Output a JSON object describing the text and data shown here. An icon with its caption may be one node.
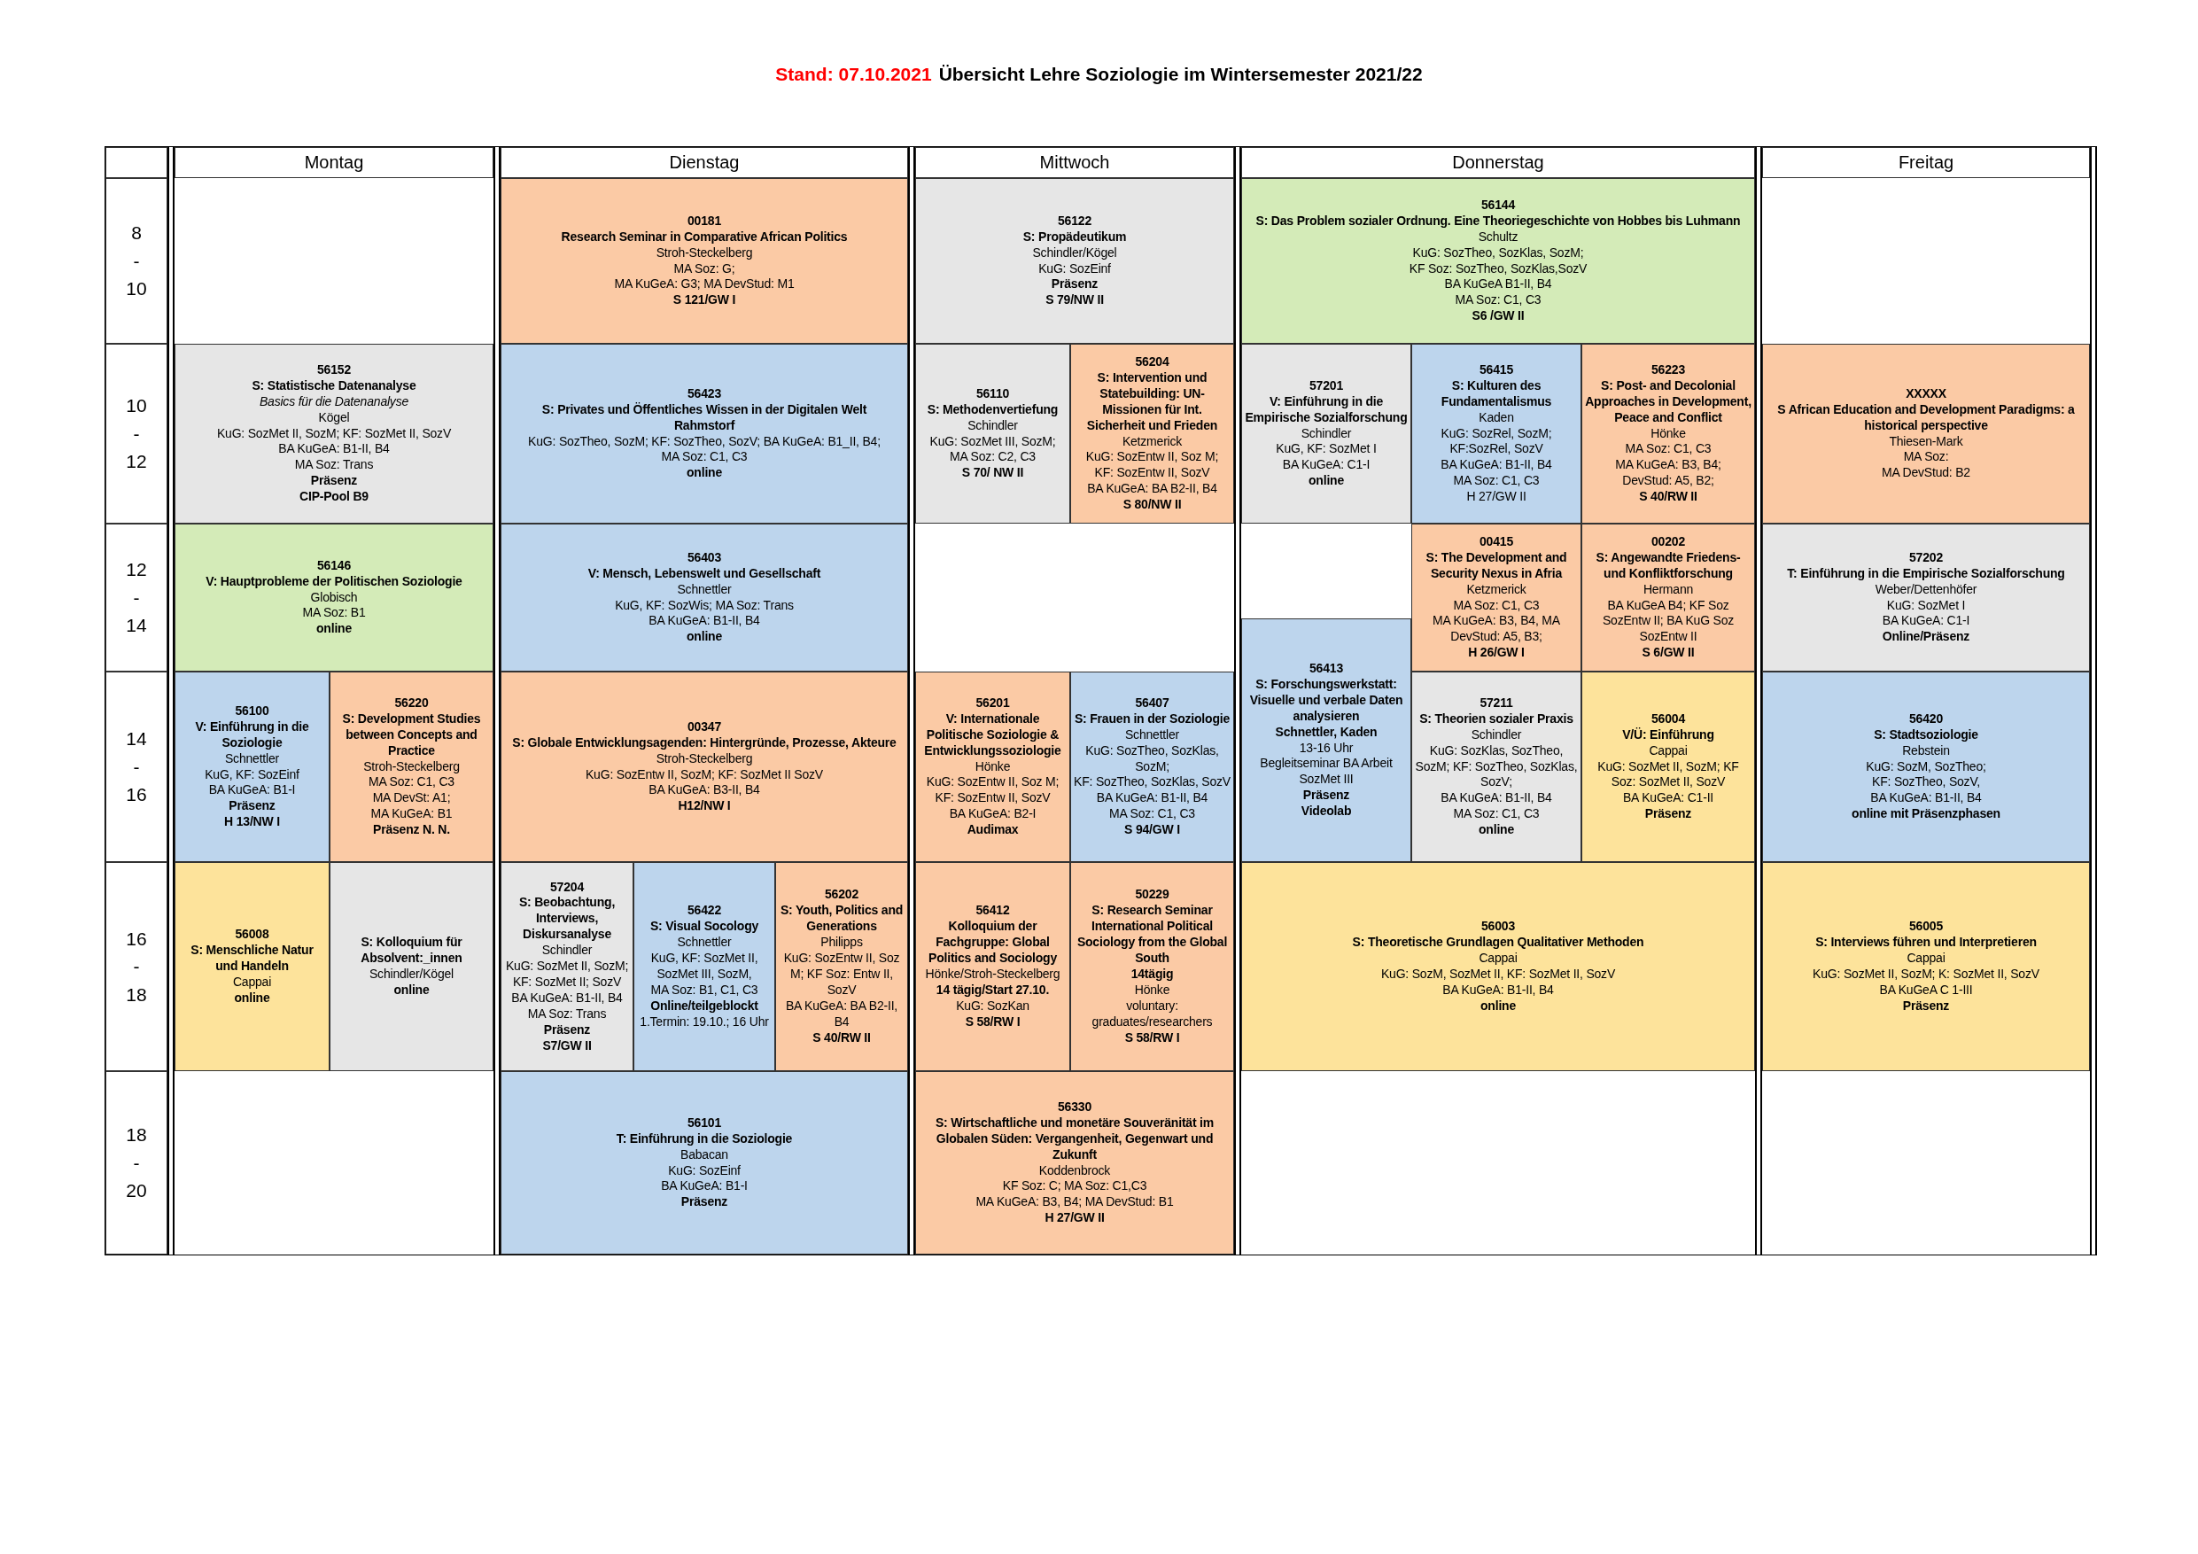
{
  "diagram": {
    "title": "Übersicht Lehre Soziologie im Wintersemester 2021/22",
    "nodes": [
      {
        "text": [
          "00181",
          "Research Seminar in Comparative African Politics",
          "Stroh-Steckelberg",
          "MA Soz: G;",
          "MA KuGeA: G3; MA DevStud: M1",
          "S 121/GW I"
        ]
      },
      {
        "text": [
          "56122",
          "S: Propädeutikum",
          "Schindler/Kögel",
          "KuG: SozEinf",
          "Präsenz",
          "S 79/NW II"
        ]
      },
      {
        "text": [
          "56144",
          "S: Das Problem sozialer Ordnung. Eine Theoriegeschichte von Hobbes bis Luhmann",
          "Schultz",
          "KuG: SozTheo, SozKlas, SozM;",
          "KF Soz: SozTheo, SozKlas,SozV",
          "BA KuGeA B1-II, B4",
          "MA Soz: C1, C3",
          "S6 /GW II"
        ]
      },
      {
        "text": [
          "56152",
          "S: Statistische Datenanalyse",
          "Basics für die Datenanalyse",
          "Kögel",
          "KuG: SozMet II, SozM; KF: SozMet II, SozV",
          "BA KuGeA: B1-II, B4",
          "MA Soz: Trans",
          "Präsenz",
          "CIP-Pool B9"
        ]
      },
      {
        "text": [
          "56423",
          "S: Privates und Öffentliches Wissen in der Digitalen Welt",
          "Rahmstorf",
          "KuG: SozTheo, SozM; KF: SozTheo, SozV; BA KuGeA: B1_II, B4;",
          "MA Soz: C1, C3",
          "online"
        ]
      },
      {
        "text": [
          "56110",
          "S: Methodenvertiefung",
          "Schindler",
          "KuG: SozMet III, SozM;",
          "MA Soz: C2, C3",
          "S 70/ NW II"
        ]
      },
      {
        "text": [
          "56204",
          "S: Intervention und Statebuilding: UN-Missionen für Int. Sicherheit und Frieden",
          "Ketzmerick",
          "KuG: SozEntw II, Soz M;",
          "KF: SozEntw II, SozV",
          "BA KuGeA: BA B2-II, B4",
          "S 80/NW II"
        ]
      },
      {
        "text": [
          "57201",
          "V: Einführung in die Empirische Sozialforschung",
          "Schindler",
          "KuG, KF: SozMet I",
          "BA KuGeA: C1-I",
          "online"
        ]
      },
      {
        "text": [
          "56415",
          "S: Kulturen des Fundamentalismus",
          "Kaden",
          "KuG: SozRel, SozM;",
          "KF:SozRel, SozV",
          "BA KuGeA: B1-II, B4",
          "MA Soz: C1, C3",
          "H 27/GW II"
        ]
      },
      {
        "text": [
          "56223",
          "S: Post- and Decolonial Approaches in Development, Peace and Conflict",
          "Hönke",
          "MA Soz: C1, C3",
          "MA KuGeA: B3, B4;",
          "DevStud: A5, B2;",
          "S 40/RW II"
        ]
      },
      {
        "text": [
          "XXXXX",
          "S African Education and Development Paradigms: a historical perspective",
          "Thiesen-Mark",
          "MA Soz:",
          "MA DevStud: B2"
        ]
      },
      {
        "text": [
          "56146",
          "V: Hauptprobleme der Politischen Soziologie",
          "Globisch",
          "MA Soz: B1",
          "online"
        ]
      },
      {
        "text": [
          "56403",
          "V: Mensch, Lebenswelt und Gesellschaft",
          "Schnettler",
          "KuG, KF: SozWis; MA Soz: Trans",
          "BA KuGeA: B1-II, B4",
          "online"
        ]
      },
      {
        "text": [
          "00415",
          "S: The Development and Security Nexus in Afria",
          "Ketzmerick",
          "MA Soz: C1, C3",
          "MA KuGeA: B3, B4, MA DevStud: A5, B3;",
          "H 26/GW I"
        ]
      },
      {
        "text": [
          "00202",
          "S: Angewandte Friedens- und Konfliktforschung",
          "Hermann",
          "BA KuGeA B4; KF Soz SozEntw II; BA KuG Soz SozEntw II",
          "S 6/GW II"
        ]
      },
      {
        "text": [
          "57202",
          "T: Einführung in die Empirische Sozialforschung",
          "Weber/Dettenhöfer",
          "KuG: SozMet I",
          "BA KuGeA: C1-I",
          "Online/Präsenz"
        ]
      },
      {
        "text": [
          "56413",
          "S: Forschungswerkstatt: Visuelle und verbale Daten analysieren",
          "Schnettler, Kaden",
          "13-16 Uhr",
          "Begleitseminar BA Arbeit SozMet III",
          "Präsenz",
          "Videolab"
        ]
      },
      {
        "text": [
          "56100",
          "V: Einführung in die Soziologie",
          "Schnettler",
          "KuG, KF: SozEinf",
          "BA KuGeA: B1-I",
          "Präsenz",
          "H 13/NW I"
        ]
      },
      {
        "text": [
          "56220",
          "S: Development Studies between Concepts and Practice",
          "Stroh-Steckelberg",
          "MA Soz: C1, C3",
          "MA DevSt: A1;",
          "MA KuGeA: B1",
          "Präsenz N. N."
        ]
      },
      {
        "text": [
          "00347",
          "S: Globale Entwicklungsagenden: Hintergründe, Prozesse, Akteure",
          "Stroh-Steckelberg",
          "KuG: SozEntw II, SozM; KF: SozMet II SozV",
          "BA KuGeA: B3-II, B4",
          "H12/NW I"
        ]
      },
      {
        "text": [
          "56201",
          "V: Internationale Politische Soziologie & Entwicklungssoziologie",
          "Hönke",
          "KuG: SozEntw II, Soz M;",
          "KF: SozEntw II, SozV",
          "BA KuGeA: B2-I",
          "Audimax"
        ]
      },
      {
        "text": [
          "56407",
          "S: Frauen in der Soziologie",
          "Schnettler",
          "KuG: SozTheo, SozKlas, SozM;",
          "KF: SozTheo, SozKlas, SozV",
          "BA KuGeA: B1-II, B4",
          "MA Soz: C1, C3",
          "S 94/GW I"
        ]
      },
      {
        "text": [
          "57211",
          "S: Theorien sozialer Praxis",
          "Schindler",
          "KuG: SozKlas, SozTheo, SozM; KF: SozTheo, SozKlas, SozV;",
          "BA KuGeA: B1-II, B4",
          "MA Soz: C1, C3",
          "online"
        ]
      },
      {
        "text": [
          "56004",
          "V/Ü: Einführung",
          "Cappai",
          "KuG: SozMet II, SozM; KF Soz: SozMet II, SozV",
          "BA KuGeA: C1-II",
          "Präsenz"
        ]
      },
      {
        "text": [
          "56420",
          "S: Stadtsoziologie",
          "Rebstein",
          "KuG: SozM, SozTheo;",
          "KF: SozTheo, SozV,",
          "BA KuGeA: B1-II, B4",
          "online mit Präsenzphasen"
        ]
      },
      {
        "text": [
          "56008",
          "S: Menschliche Natur und Handeln",
          "Cappai",
          "online"
        ]
      },
      {
        "text": [
          "S: Kolloquium für Absolvent:_innen",
          "Schindler/Kögel",
          "online"
        ]
      },
      {
        "text": [
          "57204",
          "S: Beobachtung, Interviews, Diskursanalyse",
          "Schindler",
          "KuG: SozMet II, SozM; KF: SozMet II; SozV",
          "BA KuGeA: B1-II, B4",
          "MA Soz: Trans",
          "Präsenz",
          "S7/GW II"
        ]
      },
      {
        "text": [
          "56422",
          "S: Visual Socology",
          "Schnettler",
          "KuG, KF: SozMet II, SozMet III, SozM,",
          "MA Soz: B1, C1, C3",
          "Online/teilgeblockt",
          "1.Termin: 19.10.; 16 Uhr"
        ]
      },
      {
        "text": [
          "56202",
          "S: Youth, Politics and Generations",
          "Philipps",
          "KuG: SozEntw II, Soz M; KF Soz: Entw II, SozV",
          "BA KuGeA: BA B2-II, B4",
          "S 40/RW II"
        ]
      },
      {
        "text": [
          "56412",
          "Kolloquium der Fachgruppe: Global Politics and Sociology",
          "Hönke/Stroh-Steckelberg",
          "14 tägig/Start 27.10.",
          "KuG: SozKan",
          "S 58/RW I"
        ]
      },
      {
        "text": [
          "50229",
          "S: Research Seminar International Political Sociology from the Global South",
          "14tägig",
          "Hönke",
          "voluntary: graduates/researchers",
          "S 58/RW I"
        ]
      },
      {
        "text": [
          "56003",
          "S: Theoretische Grundlagen Qualitativer Methoden",
          "Cappai",
          "KuG: SozM, SozMet II, KF: SozMet II, SozV",
          "BA KuGeA: B1-II, B4",
          "online"
        ]
      },
      {
        "text": [
          "56005",
          "S: Interviews führen und Interpretieren",
          "Cappai",
          "KuG: SozMet II, SozM; K: SozMet II, SozV",
          "BA KuGeA C 1-III",
          "Präsenz"
        ]
      },
      {
        "text": [
          "56101",
          "T: Einführung in die Soziologie",
          "Babacan",
          "KuG: SozEinf",
          "BA KuGeA: B1-I",
          "Präsenz"
        ]
      },
      {
        "text": [
          "56330",
          "S: Wirtschaftliche und monetäre Souveränität im Globalen Süden: Vergangenheit, Gegenwart und Zukunft",
          "Koddenbrock",
          "KF Soz: C; MA Soz: C1,C3",
          "MA KuGeA: B3, B4; MA DevStud: B1",
          "H 27/GW II"
        ]
      }
    ],
    "labels": [
      "Stand: 07.10.2021",
      "Montag",
      "Dienstag",
      "Mittwoch",
      "Donnerstag",
      "Freitag",
      "8 - 10",
      "10 - 12",
      "12 - 14",
      "14 - 16",
      "16 - 18",
      "18 - 20"
    ]
  }
}
